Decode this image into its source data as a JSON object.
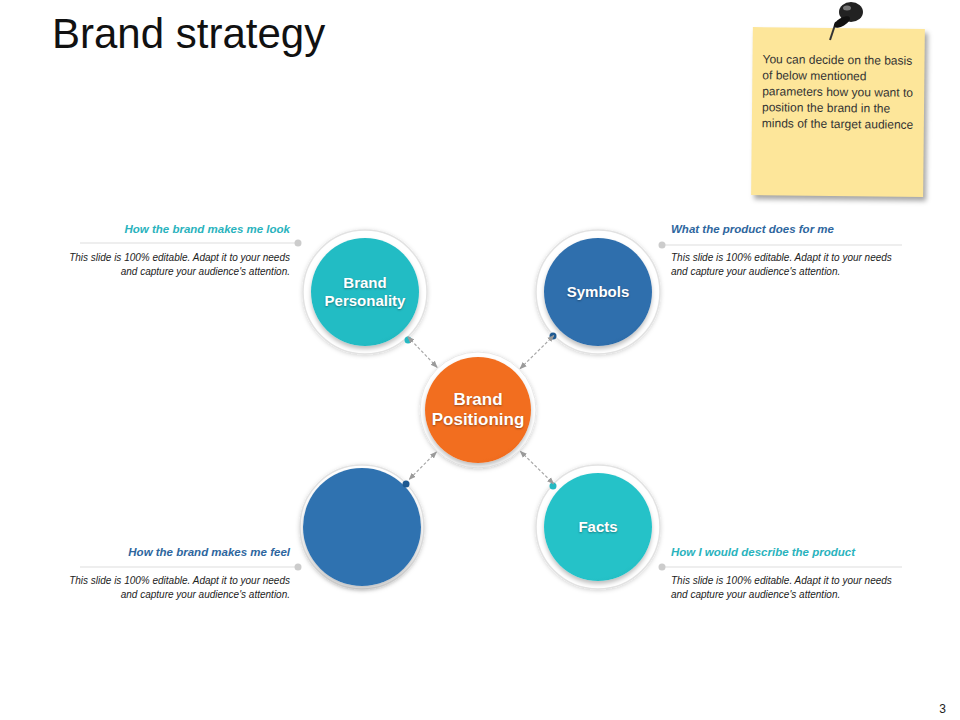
{
  "diagram": {
    "title": "Brand strategy",
    "nodes": [
      {
        "text": [
          "You can decide on the basis of below mentioned parameters how you want to position the brand in the minds of the target audience"
        ]
      },
      {
        "text": [
          "Brand Personality",
          "How the brand makes me look",
          "This slide is 100% editable. Adapt it to your needs and capture your audience's attention."
        ]
      },
      {
        "text": [
          "Symbols",
          "What the product does for me",
          "This slide is 100% editable. Adapt it to your needs and capture your audience's attention."
        ]
      },
      {
        "text": [
          "Brand Positioning"
        ]
      },
      {
        "text": [
          "How the brand makes me feel",
          "This slide is 100% editable. Adapt it to your needs and capture your audience's attention."
        ]
      },
      {
        "text": [
          "Facts",
          "How I would describe the product",
          "This slide is 100% editable. Adapt it to your needs and capture your audience's attention."
        ]
      }
    ],
    "edges": [
      {
        "from": 3,
        "to": 1,
        "arrow": "both"
      },
      {
        "from": 3,
        "to": 2,
        "arrow": "both"
      },
      {
        "from": 3,
        "to": 4,
        "arrow": "both"
      },
      {
        "from": 3,
        "to": 5,
        "arrow": "both"
      }
    ],
    "labels": [
      "3"
    ]
  }
}
